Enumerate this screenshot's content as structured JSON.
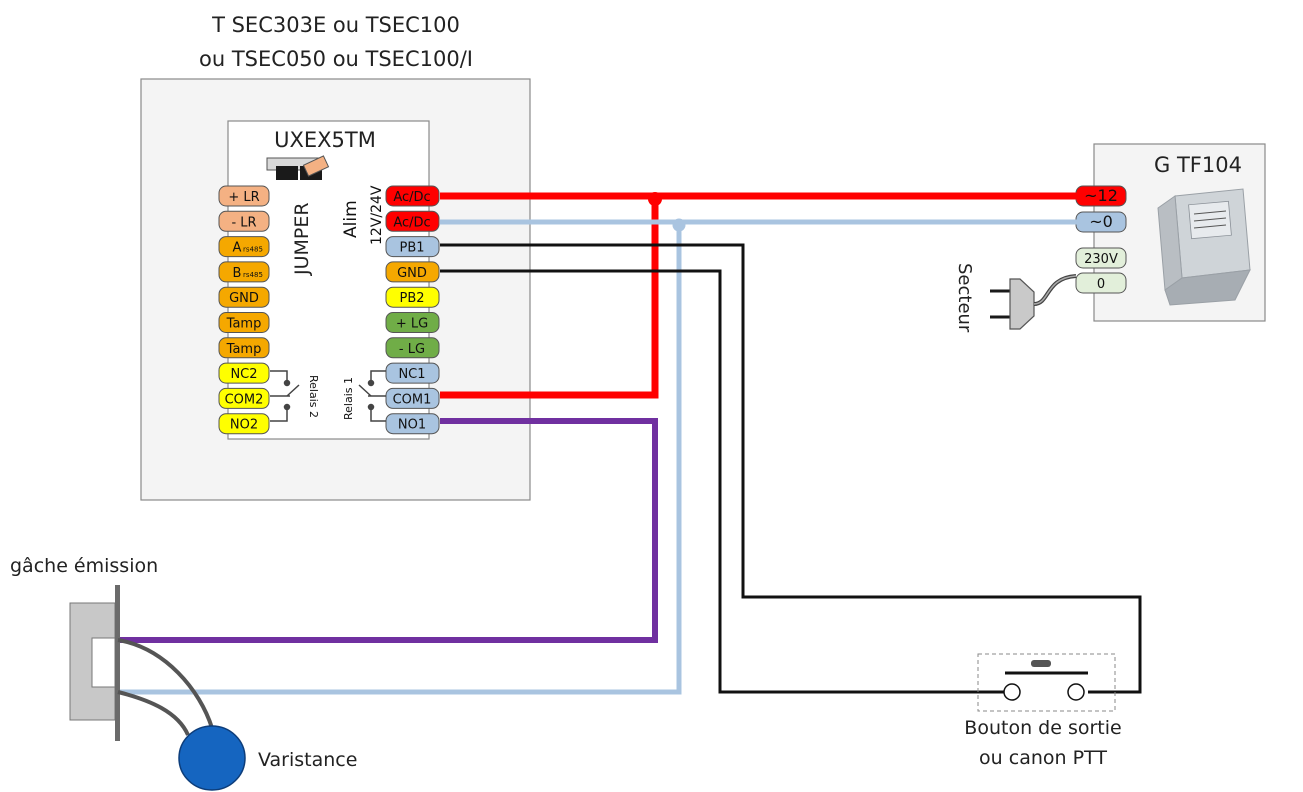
{
  "main_unit": {
    "title_line1": "T SEC303E ou TSEC100",
    "title_line2": "ou TSEC050 ou TSEC100/I"
  },
  "module": {
    "title": "UXEX5TM",
    "jumper_label": "JUMPER",
    "alim_label": "Alim",
    "voltage_label": "12V/24V",
    "relay1_label": "Relais 1",
    "relay2_label": "Relais 2",
    "left_terminals": [
      {
        "label": "+ LR",
        "sub": "",
        "color": "#f4b183"
      },
      {
        "label": "- LR",
        "sub": "",
        "color": "#f4b183"
      },
      {
        "label": "A",
        "sub": "rs485",
        "color": "#f5a800"
      },
      {
        "label": "B",
        "sub": "rs485",
        "color": "#f5a800"
      },
      {
        "label": "GND",
        "sub": "",
        "color": "#f5a800"
      },
      {
        "label": "Tamp",
        "sub": "",
        "color": "#f5a800"
      },
      {
        "label": "Tamp",
        "sub": "",
        "color": "#f5a800"
      },
      {
        "label": "NC2",
        "sub": "",
        "color": "#ffff00"
      },
      {
        "label": "COM2",
        "sub": "",
        "color": "#ffff00"
      },
      {
        "label": "NO2",
        "sub": "",
        "color": "#ffff00"
      }
    ],
    "right_terminals": [
      {
        "label": "Ac/Dc",
        "color": "#ff0000"
      },
      {
        "label": "Ac/Dc",
        "color": "#ff0000"
      },
      {
        "label": "PB1",
        "color": "#a9c4e0"
      },
      {
        "label": "GND",
        "color": "#f5a800"
      },
      {
        "label": "PB2",
        "color": "#ffff00"
      },
      {
        "label": "+ LG",
        "color": "#70ad47"
      },
      {
        "label": "- LG",
        "color": "#70ad47"
      },
      {
        "label": "NC1",
        "color": "#a9c4e0"
      },
      {
        "label": "COM1",
        "color": "#a9c4e0"
      },
      {
        "label": "NO1",
        "color": "#a9c4e0"
      }
    ]
  },
  "transformer": {
    "title": "G TF104",
    "terminals": [
      {
        "label": "~12",
        "color": "#ff0000"
      },
      {
        "label": "~0",
        "color": "#a9c4e0"
      },
      {
        "label": "230V",
        "color": "#e2efda"
      },
      {
        "label": "0",
        "color": "#e2efda"
      }
    ],
    "mains_label": "Secteur"
  },
  "strike": {
    "label": "gâche émission",
    "varistor_label": "Varistance"
  },
  "exit_button": {
    "label_line1": "Bouton de sortie",
    "label_line2": "ou canon PTT"
  },
  "colors": {
    "power": "#ff0000",
    "neutral": "#a9c4e0",
    "relay": "#7030a0",
    "signal": "#111111",
    "varistor": "#1565c0"
  }
}
